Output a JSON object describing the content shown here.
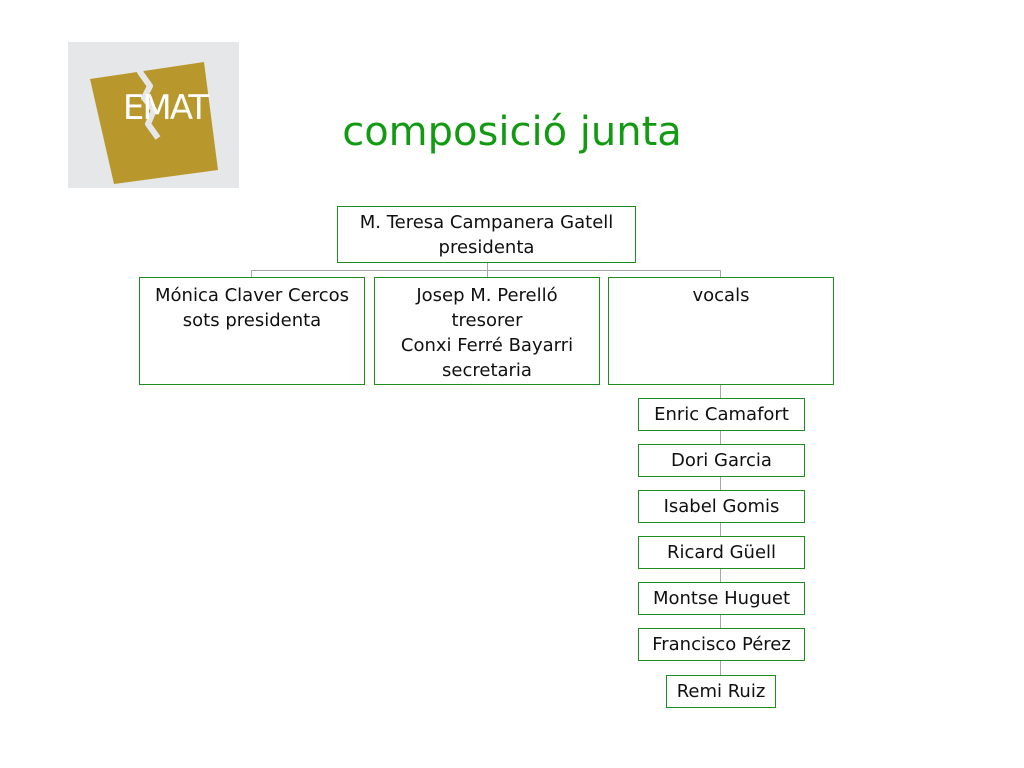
{
  "logo": {
    "text": "EMAT",
    "colors": {
      "background": "#e6e7e9",
      "square": "#b8982c"
    }
  },
  "title": "composició junta",
  "president": {
    "name": "M. Teresa Campanera Gatell",
    "role": "presidenta"
  },
  "vice": {
    "name": "Mónica Claver Cercos",
    "role": "sots presidenta"
  },
  "treasury": {
    "name": "Josep M. Perelló",
    "role": "tresorer",
    "name2": "Conxi Ferré Bayarri",
    "role2": "secretaria"
  },
  "vocals": {
    "label": "vocals",
    "members": [
      "Enric Camafort",
      "Dori Garcia",
      "Isabel Gomis",
      "Ricard Güell",
      "Montse Huguet",
      "Francisco Pérez",
      "Remi Ruiz"
    ]
  },
  "colors": {
    "title": "#129b12",
    "border": "#1e8f1e",
    "connector": "#a6a6a6",
    "text": "#101010"
  }
}
